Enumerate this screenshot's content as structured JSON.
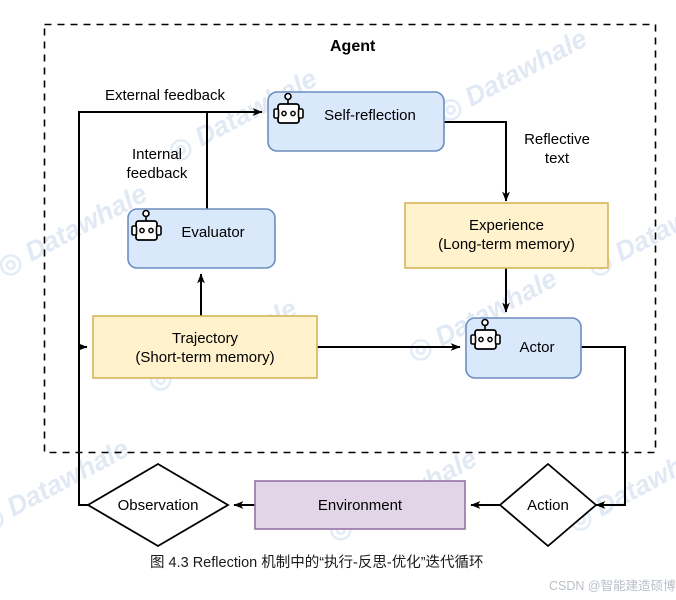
{
  "figure": {
    "container_label": "Agent",
    "caption": "图 4.3 Reflection 机制中的“执行-反思-优化”迭代循环",
    "watermark_text": "Datawhale",
    "watermark_csdn": "CSDN @智能建造硕博"
  },
  "colors": {
    "blue_fill": "#dae8fc",
    "blue_stroke": "#6c8ebf",
    "yellow_fill": "#fff2cc",
    "yellow_stroke": "#d6b656",
    "purple_fill": "#e1d5e7",
    "purple_stroke": "#9673a6",
    "white_fill": "#ffffff",
    "line": "#000000"
  },
  "nodes": [
    {
      "id": "self-reflection",
      "label": "Self-reflection",
      "shape": "rounded-rect",
      "style": "blue",
      "icon": "robot-icon"
    },
    {
      "id": "evaluator",
      "label": "Evaluator",
      "shape": "rounded-rect",
      "style": "blue",
      "icon": "robot-icon"
    },
    {
      "id": "experience",
      "label": "Experience\n(Long-term memory)",
      "shape": "rect",
      "style": "yellow",
      "icon": "none"
    },
    {
      "id": "trajectory",
      "label": "Trajectory\n(Short-term memory)",
      "shape": "rect",
      "style": "yellow",
      "icon": "none"
    },
    {
      "id": "actor",
      "label": "Actor",
      "shape": "rounded-rect",
      "style": "blue",
      "icon": "robot-icon"
    },
    {
      "id": "environment",
      "label": "Environment",
      "shape": "rect",
      "style": "purple",
      "icon": "none"
    },
    {
      "id": "observation",
      "label": "Observation",
      "shape": "diamond",
      "style": "white",
      "icon": "none"
    },
    {
      "id": "action",
      "label": "Action",
      "shape": "diamond",
      "style": "white",
      "icon": "none"
    }
  ],
  "edge_labels": [
    {
      "id": "external-feedback",
      "label": "External feedback"
    },
    {
      "id": "internal-feedback",
      "label": "Internal\nfeedback"
    },
    {
      "id": "reflective-text",
      "label": "Reflective\ntext"
    }
  ],
  "edges": [
    {
      "from": "observation",
      "to": "self-reflection",
      "label": "External feedback"
    },
    {
      "from": "evaluator",
      "to": "self-reflection",
      "label": "Internal feedback"
    },
    {
      "from": "self-reflection",
      "to": "experience",
      "label": "Reflective text"
    },
    {
      "from": "trajectory",
      "to": "evaluator",
      "label": ""
    },
    {
      "from": "experience",
      "to": "actor",
      "label": ""
    },
    {
      "from": "trajectory",
      "to": "actor",
      "label": ""
    },
    {
      "from": "actor",
      "to": "action",
      "label": ""
    },
    {
      "from": "action",
      "to": "environment",
      "label": ""
    },
    {
      "from": "environment",
      "to": "observation",
      "label": ""
    },
    {
      "from": "observation",
      "to": "trajectory",
      "label": ""
    }
  ]
}
